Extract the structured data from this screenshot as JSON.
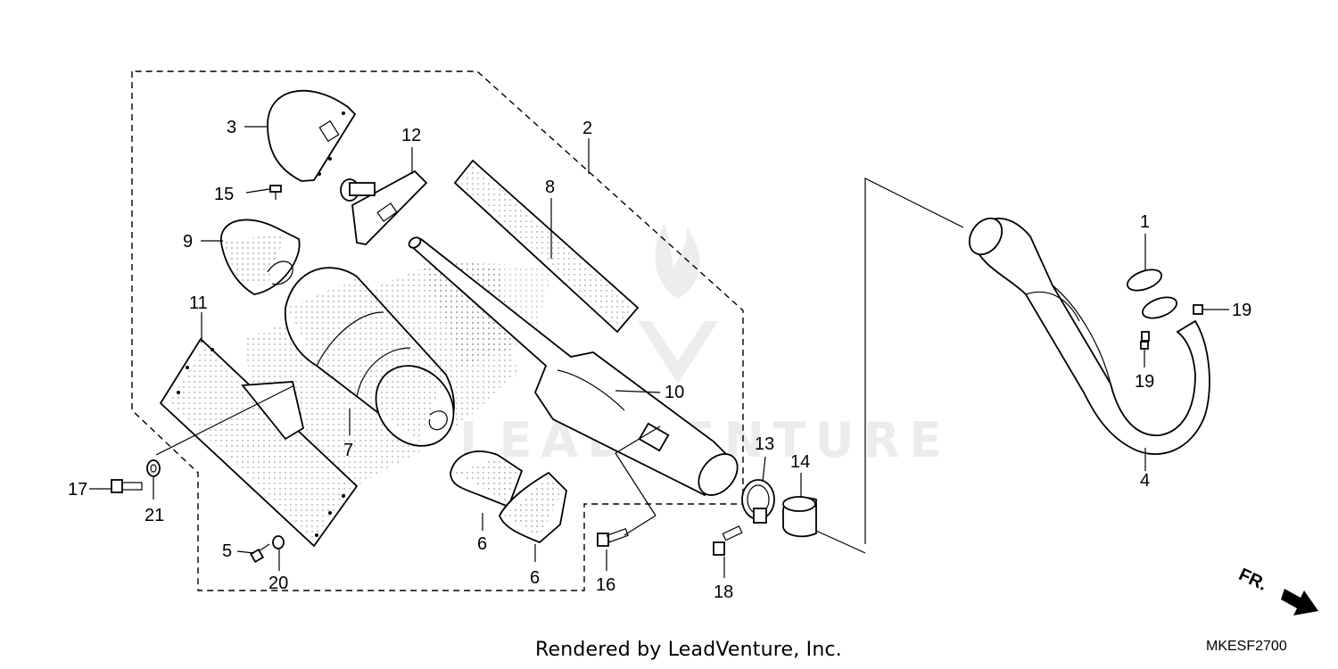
{
  "diagram": {
    "callouts": {
      "p1": "1",
      "p2": "2",
      "p3": "3",
      "p4": "4",
      "p5": "5",
      "p6a": "6",
      "p6b": "6",
      "p7": "7",
      "p8": "8",
      "p9": "9",
      "p10": "10",
      "p11": "11",
      "p12": "12",
      "p13": "13",
      "p14": "14",
      "p15": "15",
      "p16": "16",
      "p17": "17",
      "p18": "18",
      "p19a": "19",
      "p19b": "19",
      "p20": "20",
      "p21": "21"
    },
    "direction_label": "FR.",
    "watermark": "LEADVENTURE"
  },
  "footer": {
    "credit": "Rendered by LeadVenture, Inc.",
    "code": "MKESF2700"
  },
  "colors": {
    "ink": "#000000",
    "paper": "#ffffff"
  }
}
